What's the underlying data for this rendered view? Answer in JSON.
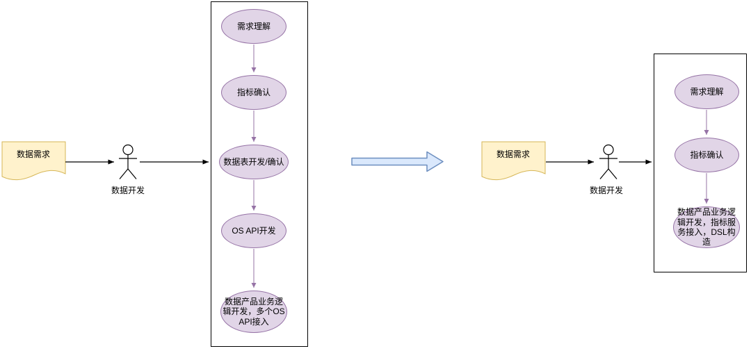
{
  "colors": {
    "usecase_fill": "#e1d5e7",
    "usecase_border": "#9673a6",
    "document_fill": "#fff2cc",
    "document_border": "#d6b656",
    "transform_arrow_fill": "#dae8fc",
    "transform_arrow_border": "#6c8ebf",
    "connector": "#000000",
    "boundary_border": "#000000",
    "text": "#000000",
    "canvas_bg": "#ffffff"
  },
  "left_flow": {
    "document_label": "数据需求",
    "actor_label": "数据开发",
    "steps": [
      "需求理解",
      "指标确认",
      "数据表开发/确认",
      "OS API开发",
      "数据产品业务逻辑开发，多个OS API接入"
    ]
  },
  "right_flow": {
    "document_label": "数据需求",
    "actor_label": "数据开发",
    "steps": [
      "需求理解",
      "指标确认",
      "数据产品业务逻辑开发，指标服务接入，DSL构造"
    ]
  }
}
